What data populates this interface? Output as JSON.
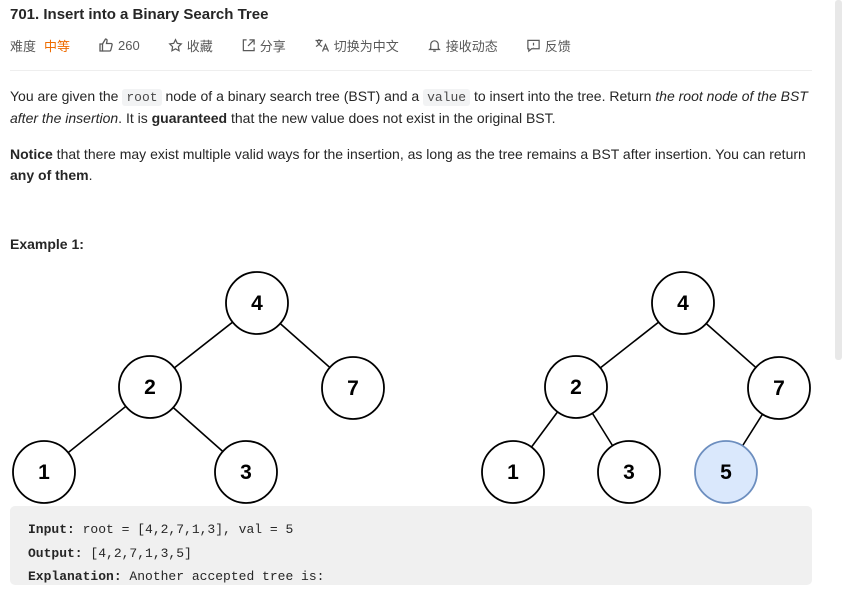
{
  "problem": {
    "title": "701. Insert into a Binary Search Tree"
  },
  "meta": {
    "difficulty_label": "难度",
    "difficulty_value": "中等",
    "likes": "260",
    "favorite_label": "收藏",
    "share_label": "分享",
    "translate_label": "切换为中文",
    "subscribe_label": "接收动态",
    "feedback_label": "反馈",
    "colors": {
      "difficulty": "#ef6c00"
    }
  },
  "description": {
    "p1_a": "You are given the ",
    "p1_code1": "root",
    "p1_b": " node of a binary search tree (BST) and a ",
    "p1_code2": "value",
    "p1_c": " to insert into the tree. Return ",
    "p1_em": "the root node of the BST after the insertion",
    "p1_d": ". It is ",
    "p1_strong": "guaranteed",
    "p1_e": " that the new value does not exist in the original BST.",
    "p2_strong1": "Notice",
    "p2_a": " that there may exist multiple valid ways for the insertion, as long as the tree remains a BST after insertion. You can return ",
    "p2_strong2": "any of them",
    "p2_b": "."
  },
  "example": {
    "title": "Example 1:",
    "input_label": "Input:",
    "input_value": " root = [4,2,7,1,3], val = 5",
    "output_label": "Output:",
    "output_value": " [4,2,7,1,3,5]",
    "explanation_label": "Explanation:",
    "explanation_value": " Another accepted tree is:"
  },
  "trees": {
    "left": {
      "nodes": [
        "4",
        "2",
        "7",
        "1",
        "3"
      ]
    },
    "right": {
      "nodes": [
        "4",
        "2",
        "7",
        "1",
        "3",
        "5"
      ],
      "highlight": "5"
    },
    "colors": {
      "node_fill": "#ffffff",
      "highlight_fill": "#dae8fc",
      "highlight_stroke": "#6c8ebf",
      "stroke": "#000000"
    }
  }
}
